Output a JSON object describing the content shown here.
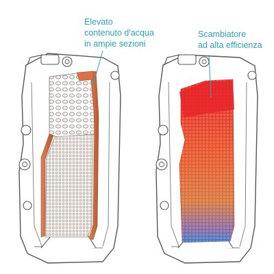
{
  "annotations": {
    "left": {
      "lines": [
        "Elevato",
        "contenuto d'acqua",
        "in ampie sezioni"
      ]
    },
    "right": {
      "lines": [
        "Scambiatore",
        "ad alta efficienza"
      ]
    }
  },
  "colors": {
    "label_text": "#2aa6b8",
    "leader_line": "#2aa6b8",
    "casting_outline": "#555555",
    "casting_fill": "#ffffff",
    "copper_edge": "#c9683a",
    "hot_water": "#e8262a",
    "warm_water": "#e9692e",
    "cool_water": "#3a7fd0"
  }
}
